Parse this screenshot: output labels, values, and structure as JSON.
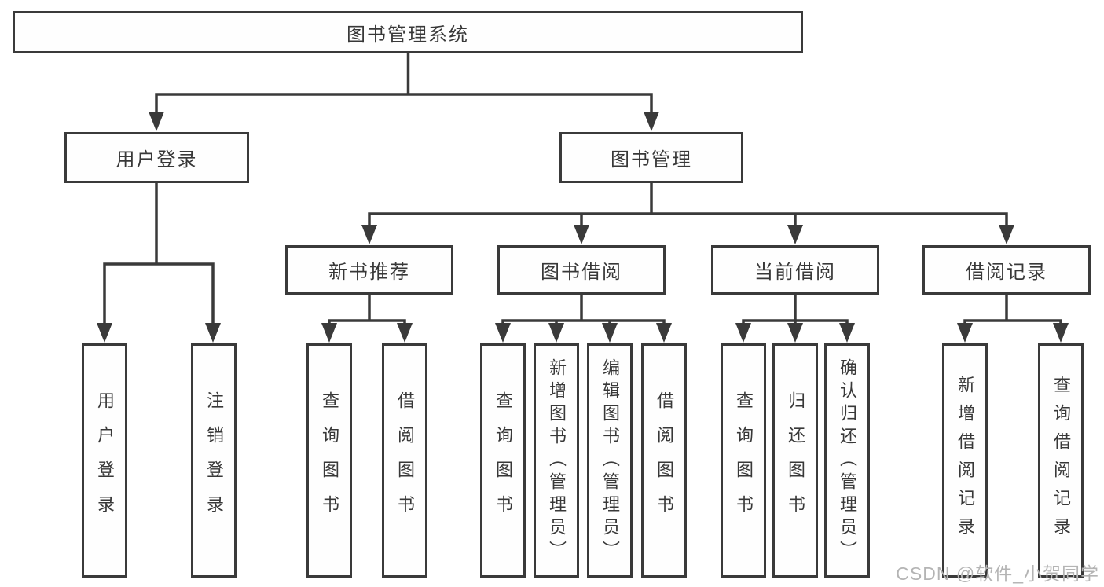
{
  "diagram": {
    "title_node": "图书管理系统",
    "tree": {
      "label": "图书管理系统",
      "children": [
        {
          "label": "用户登录",
          "children": [
            {
              "label": "用户登录"
            },
            {
              "label": "注销登录"
            }
          ]
        },
        {
          "label": "图书管理",
          "children": [
            {
              "label": "新书推荐",
              "children": [
                {
                  "label": "查询图书"
                },
                {
                  "label": "借阅图书"
                }
              ]
            },
            {
              "label": "图书借阅",
              "children": [
                {
                  "label": "查询图书"
                },
                {
                  "label": "新增图书（管理员）"
                },
                {
                  "label": "编辑图书（管理员）"
                },
                {
                  "label": "借阅图书"
                }
              ]
            },
            {
              "label": "当前借阅",
              "children": [
                {
                  "label": "查询图书"
                },
                {
                  "label": "归还图书"
                },
                {
                  "label": "确认归还（管理员）"
                }
              ]
            },
            {
              "label": "借阅记录",
              "children": [
                {
                  "label": "新增借阅记录"
                },
                {
                  "label": "查询借阅记录"
                }
              ]
            }
          ]
        }
      ]
    },
    "colors": {
      "line": "#3a3a3a",
      "text": "#383838",
      "background": "#ffffff"
    }
  },
  "watermark": {
    "text": "CSDN @软件_小贺同学",
    "color": "#b4b4b4"
  }
}
